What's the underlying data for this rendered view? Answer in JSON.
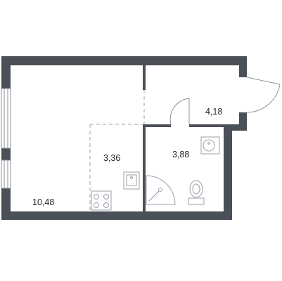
{
  "plan": {
    "rooms": {
      "main": {
        "area": "10,48"
      },
      "kitchen": {
        "area": "3,36"
      },
      "bathroom": {
        "area": "3,88"
      },
      "hall": {
        "area": "4,18"
      }
    },
    "colors": {
      "wall": "#4b4f58",
      "fixture": "#9aa0a9"
    },
    "fixture_icons": [
      "stove-icon",
      "sink-icon",
      "shower-icon",
      "toilet-icon",
      "washbasin-icon"
    ]
  }
}
